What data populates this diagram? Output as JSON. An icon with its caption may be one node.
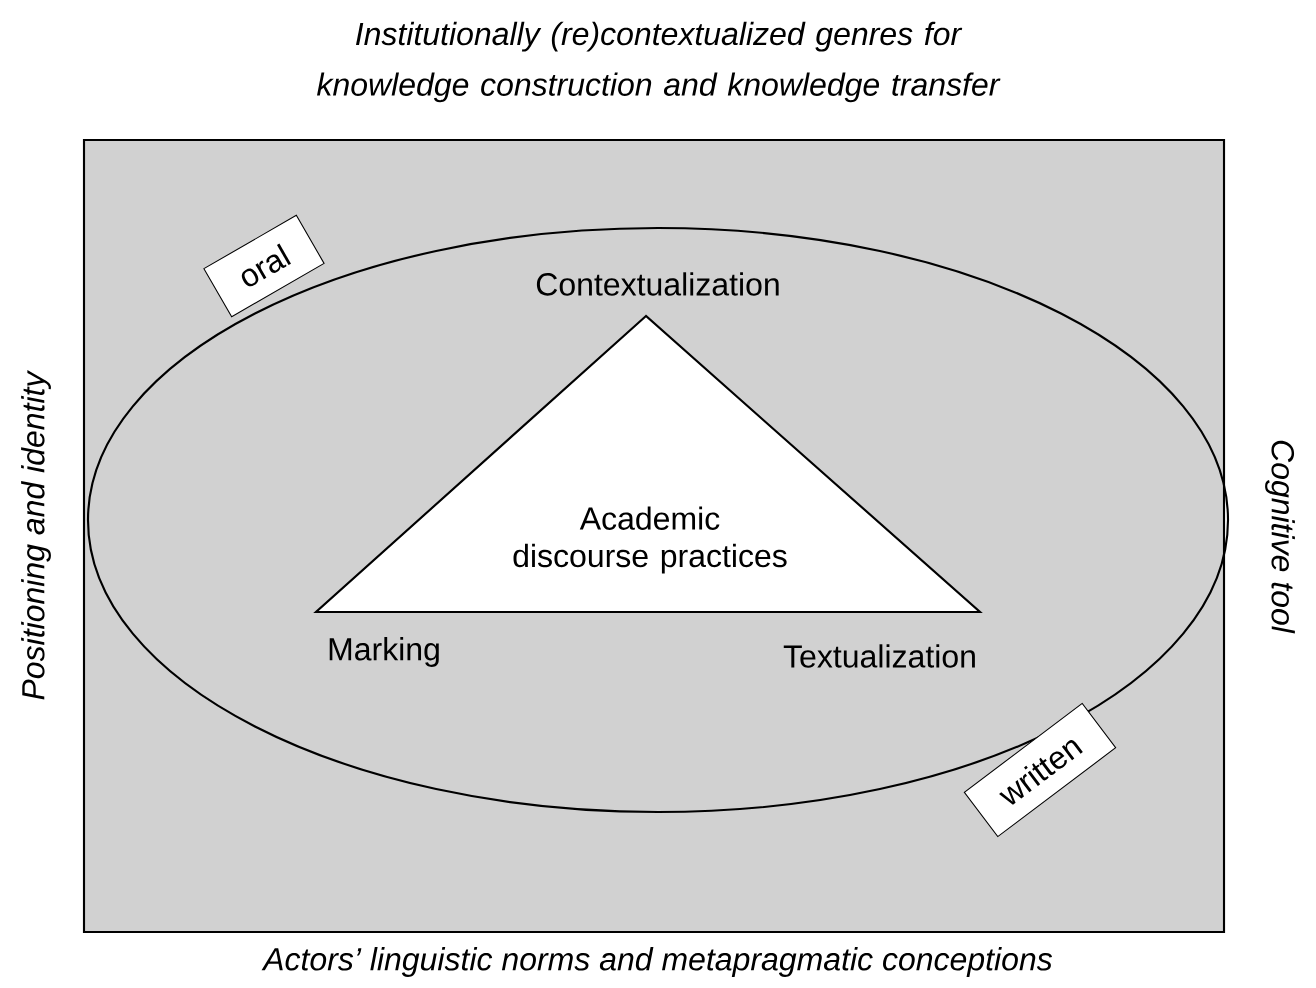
{
  "diagram": {
    "title": "Institutionally (re)contextualized genres for knowledge construction and knowledge transfer",
    "nodes": [
      {
        "text": [],
        "shape": "ellipse"
      },
      {
        "text": [
          "Academic discourse practices"
        ],
        "in": 0
      },
      {
        "text": [
          "oral"
        ]
      },
      {
        "text": [
          "written"
        ]
      }
    ],
    "edges": [],
    "labels": [
      "Positioning and identity",
      "Contextualization",
      "Cognitive tool",
      "Marking",
      "Textualization",
      "Actors’ linguistic norms and metapragmatic conceptions"
    ]
  }
}
